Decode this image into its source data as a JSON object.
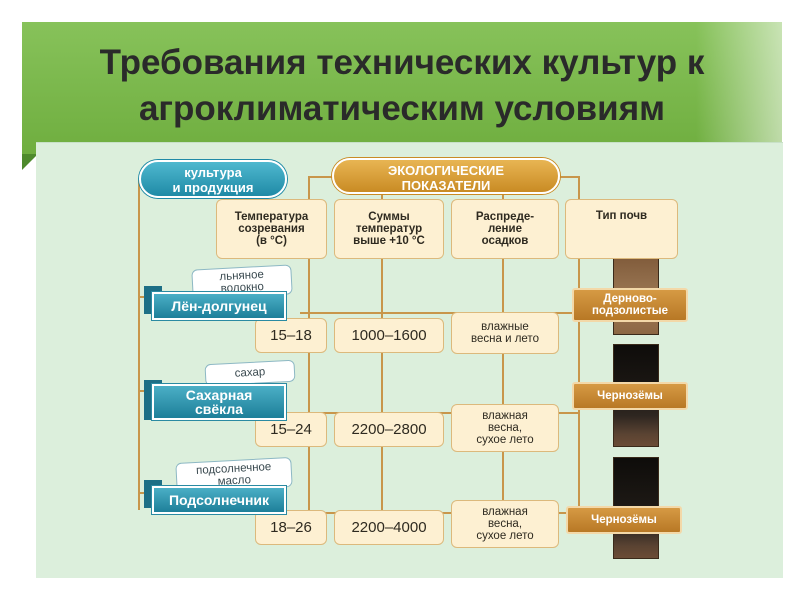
{
  "title": {
    "line1": "Требования технических культур к",
    "line2": "агроклиматическим условиям"
  },
  "diagram": {
    "culture_header": "культура\nи продукция",
    "eco_header": "ЭКОЛОГИЧЕСКИЕ\nПОКАЗАТЕЛИ",
    "columns": [
      "Температура\nсозревания\n(в °С)",
      "Суммы\nтемператур\nвыше +10 °С",
      "Распреде-\nление\nосадков",
      "Тип почв"
    ],
    "rows": [
      {
        "product": "льняное\nволокно",
        "crop": "Лён-долгунец",
        "temperature": "15–18",
        "temp_sum": "1000–1600",
        "precipitation": "влажные\nвесна и лето",
        "soil": "Дерново-\nподзолистые"
      },
      {
        "product": "сахар",
        "crop": "Сахарная\nсвёкла",
        "temperature": "15–24",
        "temp_sum": "2200–2800",
        "precipitation": "влажная\nвесна,\nсухое лето",
        "soil": "Чернозёмы"
      },
      {
        "product": "подсолнечное\nмасло",
        "crop": "Подсолнечник",
        "temperature": "18–26",
        "temp_sum": "2200–4000",
        "precipitation": "влажная\nвесна,\nсухое лето",
        "soil": "Чернозёмы"
      }
    ]
  },
  "colors": {
    "title_bar": "#7ab84b",
    "panel": "#dcefdc",
    "culture_accent": "#2a8aa2",
    "eco_accent": "#d59a35",
    "cell_fill": "#fdf0d2",
    "connector": "#c8964b"
  }
}
